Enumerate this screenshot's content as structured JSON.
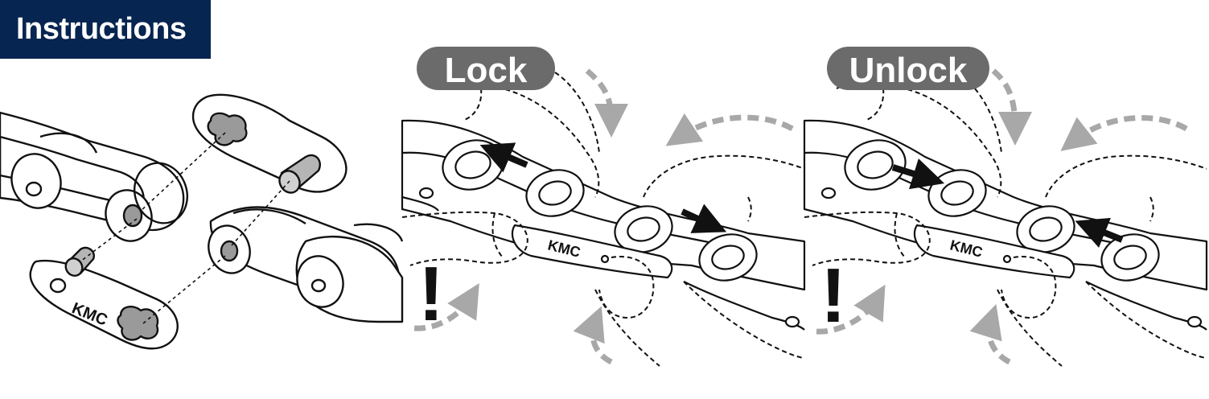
{
  "header": {
    "title": "Instructions"
  },
  "panels": {
    "exploded": {
      "brand_label": "KMC"
    },
    "lock": {
      "label": "Lock",
      "brand_label": "KMC",
      "warning_glyph": "!"
    },
    "unlock": {
      "label": "Unlock",
      "brand_label": "KMC",
      "warning_glyph": "!"
    }
  },
  "colors": {
    "header_bg": "#062550",
    "pill_bg": "#6b6b6b",
    "arrow_gray": "#a8a8a8",
    "arrow_black": "#111111",
    "pin_gray": "#b5b5b5"
  }
}
